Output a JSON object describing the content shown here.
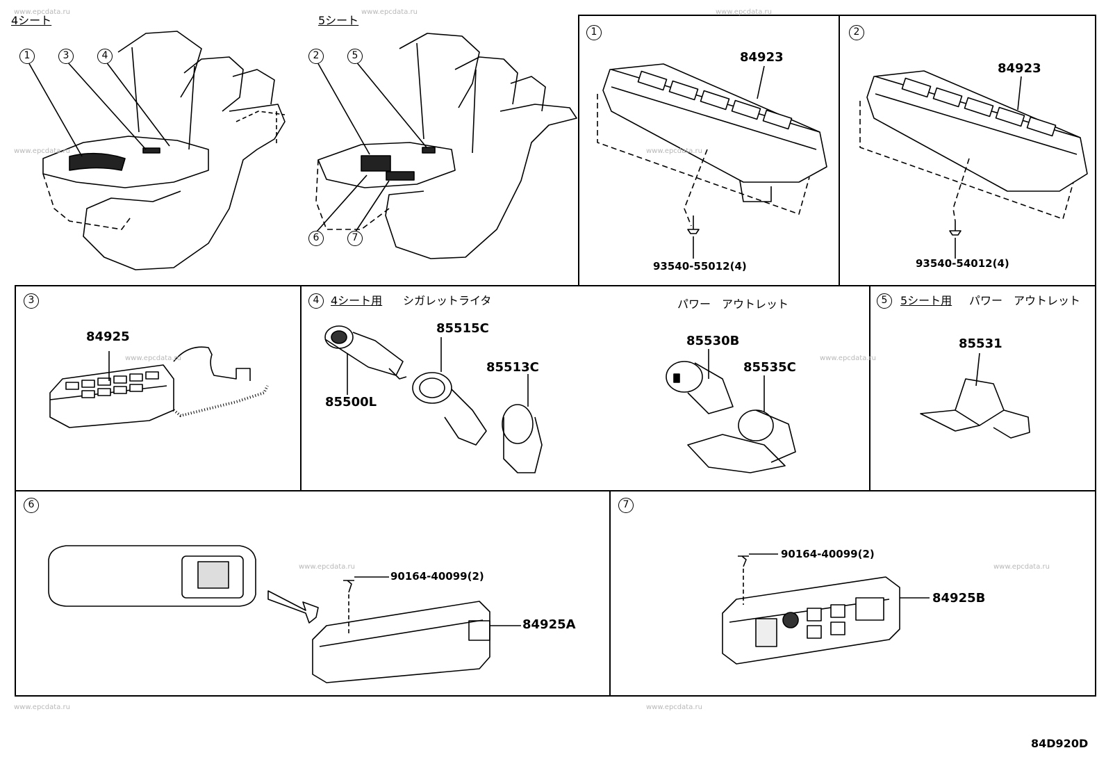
{
  "watermark": "www.epcdata.ru",
  "diagram_code": "84D920D",
  "overview": {
    "seat4_title": "4シート",
    "seat5_title": "5シート",
    "seat4_callouts": [
      "1",
      "3",
      "4"
    ],
    "seat5_callouts": [
      "2",
      "5",
      "6",
      "7"
    ]
  },
  "panels": {
    "p1": {
      "num": "1",
      "part": "84923",
      "screw": "93540-55012(4)"
    },
    "p2": {
      "num": "2",
      "part": "84923",
      "screw": "93540-54012(4)"
    },
    "p3": {
      "num": "3",
      "part": "84925"
    },
    "p4": {
      "num": "4",
      "variant": "4シート用",
      "cig_title": "シガレットライタ",
      "power_title": "パワー　アウトレット",
      "parts": {
        "a": "85515C",
        "b": "85513C",
        "c": "85500L",
        "d": "85530B",
        "e": "85535C"
      }
    },
    "p5": {
      "num": "5",
      "variant": "5シート用",
      "title": "パワー　アウトレット",
      "part": "85531"
    },
    "p6": {
      "num": "6",
      "screw": "90164-40099(2)",
      "part": "84925A"
    },
    "p7": {
      "num": "7",
      "screw": "90164-40099(2)",
      "part": "84925B"
    }
  }
}
